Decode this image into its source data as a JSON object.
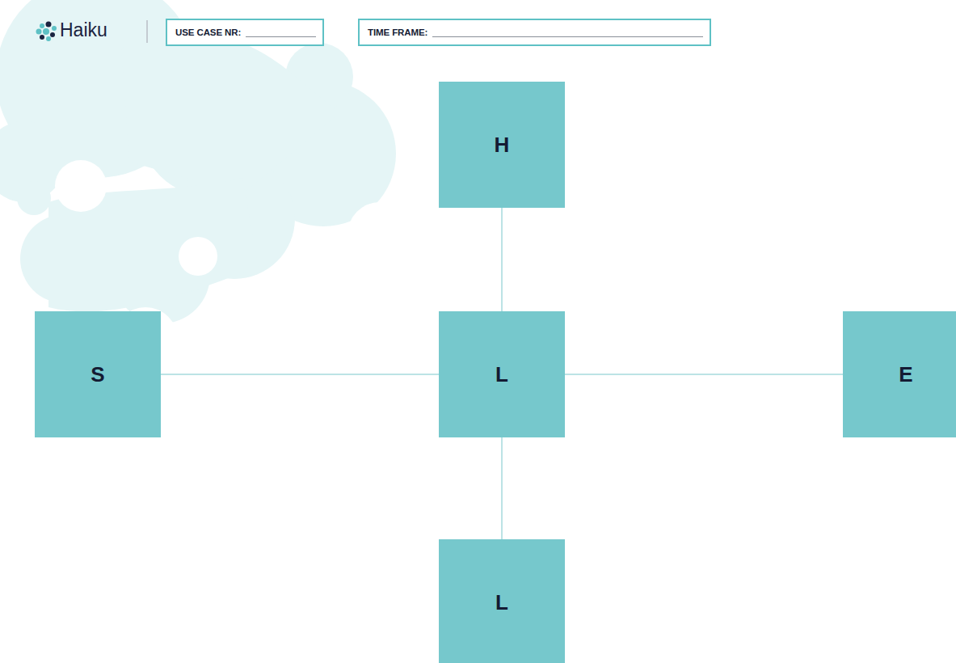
{
  "diagram": {
    "nodes": [
      {
        "text": [
          "USE CASE NR:"
        ]
      },
      {
        "text": [
          "TIME FRAME:"
        ]
      },
      {
        "text": [
          "H"
        ]
      },
      {
        "text": [
          "S"
        ]
      },
      {
        "text": [
          "L"
        ]
      },
      {
        "text": [
          "E"
        ]
      },
      {
        "text": [
          "L"
        ]
      }
    ],
    "edges": [
      {
        "from": 2,
        "to": 4,
        "arrow": "none"
      },
      {
        "from": 3,
        "to": 4,
        "arrow": "none"
      },
      {
        "from": 4,
        "to": 5,
        "arrow": "none"
      },
      {
        "from": 4,
        "to": 6,
        "arrow": "none"
      }
    ],
    "labels": [
      "Haiku"
    ]
  }
}
